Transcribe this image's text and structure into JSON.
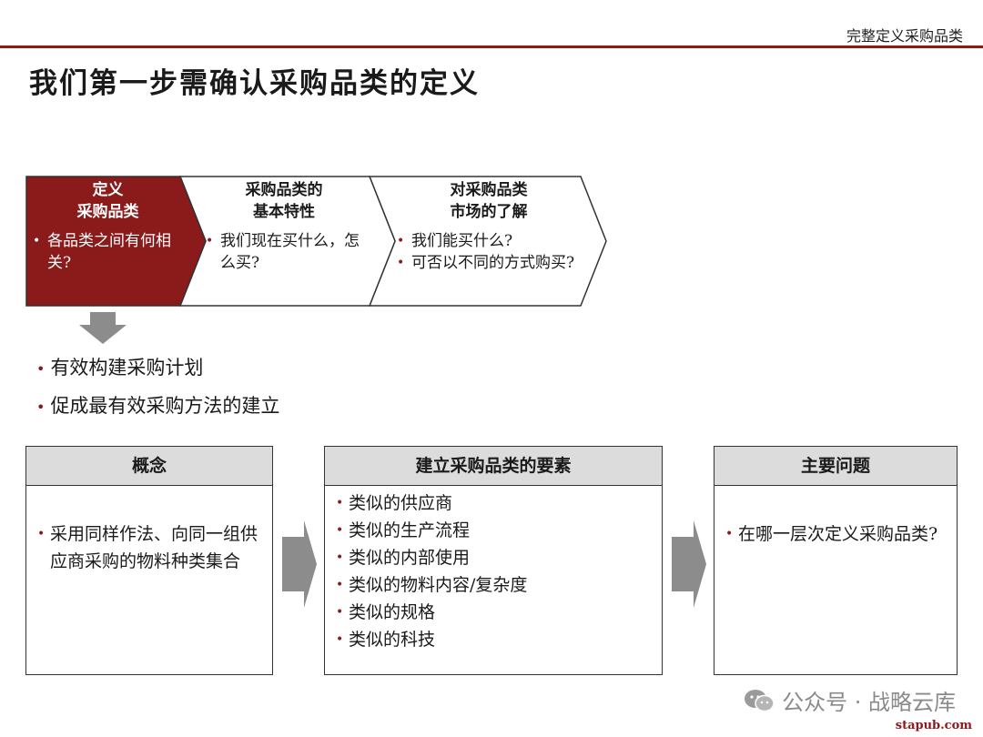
{
  "header": {
    "section_tag": "完整定义采购品类"
  },
  "title": "我们第一步需确认采购品类的定义",
  "chevrons": [
    {
      "title_lines": [
        "定义",
        "采购品类"
      ],
      "bullets": [
        "各品类之间有何相关?"
      ]
    },
    {
      "title_lines": [
        "采购品类的",
        "基本特性"
      ],
      "bullets": [
        "我们现在买什么，怎么买?"
      ]
    },
    {
      "title_lines": [
        "对采购品类",
        "市场的了解"
      ],
      "bullets": [
        "我们能买什么?",
        "可否以不同的方式购买?"
      ]
    }
  ],
  "benefits": [
    "有效构建采购计划",
    "促成最有效采购方法的建立"
  ],
  "boxes": [
    {
      "title": "概念",
      "bullets": [
        "采用同样作法、向同一组供应商采购的物料种类集合"
      ]
    },
    {
      "title": "建立采购品类的要素",
      "bullets": [
        "类似的供应商",
        "类似的生产流程",
        "类似的内部使用",
        "类似的物料内容/复杂度",
        "类似的规格",
        "类似的科技"
      ]
    },
    {
      "title": "主要问题",
      "bullets": [
        "在哪一层次定义采购品类?"
      ]
    }
  ],
  "watermark": {
    "text": "公众号 · 战略云库",
    "icon": "wechat-icon"
  },
  "site": "stapub.com",
  "colors": {
    "accent": "#8b1a1a",
    "header_fill": "#dcdcdc",
    "arrow_grey": "#8c8c8c"
  }
}
